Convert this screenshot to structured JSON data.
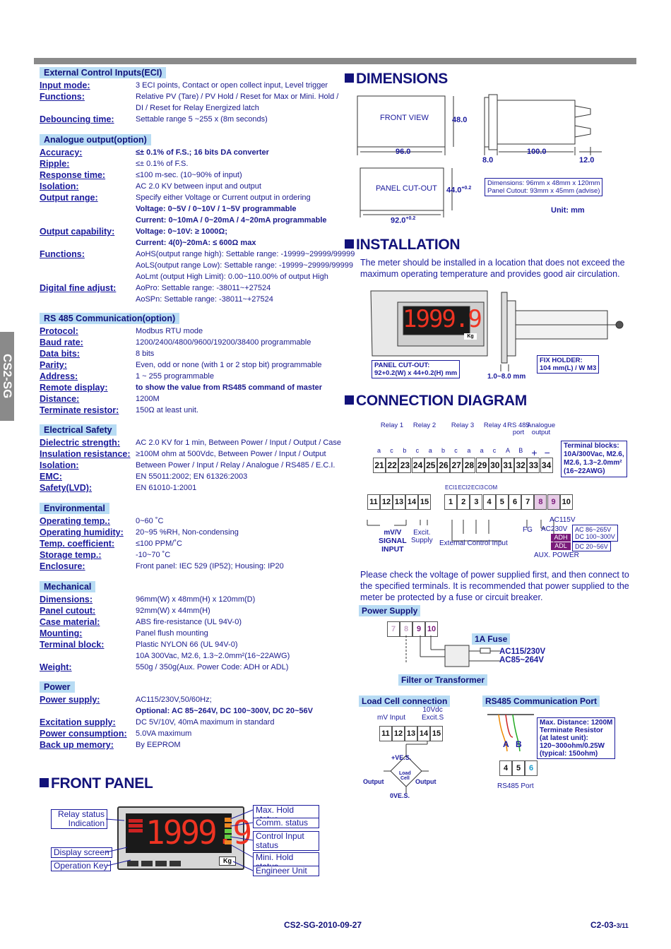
{
  "side_tab": "CS2-SG",
  "left": {
    "eci": {
      "title": "External Control Inputs(ECI)",
      "rows": [
        {
          "k": "Input mode:",
          "v": [
            "3 ECI points, Contact or open collect input, Level trigger"
          ]
        },
        {
          "k": "Functions:",
          "v": [
            "Relative PV (Tare) / PV Hold / Reset for Max or Mini. Hold /",
            "DI / Reset for Relay Energized latch"
          ]
        },
        {
          "k": "Debouncing time:",
          "v": [
            "Settable range 5 ~255 x (8m seconds)"
          ]
        }
      ]
    },
    "analogue": {
      "title": "Analogue output(option)",
      "rows": [
        {
          "k": "Accuracy:",
          "v": [
            "≤± 0.1% of F.S.; 16 bits DA converter"
          ]
        },
        {
          "k": "Ripple:",
          "v": [
            "≤± 0.1% of F.S."
          ]
        },
        {
          "k": "Response time:",
          "v": [
            "≤100 m-sec. (10~90% of input)"
          ]
        },
        {
          "k": "Isolation:",
          "v": [
            "AC 2.0 KV between input and output"
          ]
        },
        {
          "k": "Output range:",
          "v": [
            "Specify either Voltage or Current output in ordering",
            "Voltage: 0~5V / 0~10V / 1~5V programmable",
            "Current: 0~10mA / 0~20mA / 4~20mA programmable"
          ]
        },
        {
          "k": "Output capability:",
          "v": [
            "Voltage: 0~10V: ≥ 1000Ω;",
            "Current: 4(0)~20mA: ≤ 600Ω max"
          ]
        },
        {
          "k": "Functions:",
          "v": [
            "AoHS(output range high): Settable range: -19999~29999/99999",
            "AoLS(output range Low): Settable range: -19999~29999/99999",
            "AoLmt (output High Limit): 0.00~110.00% of output High"
          ]
        },
        {
          "k": "Digital fine adjust:",
          "v": [
            "AoPro: Settable range: -38011~+27524",
            "AoSPn: Settable range: -38011~+27524"
          ]
        }
      ]
    },
    "rs485": {
      "title": "RS 485 Communication(option)",
      "rows": [
        {
          "k": "Protocol:",
          "v": [
            "Modbus RTU mode"
          ]
        },
        {
          "k": "Baud rate:",
          "v": [
            "1200/2400/4800/9600/19200/38400 programmable"
          ]
        },
        {
          "k": "Data bits:",
          "v": [
            "8 bits"
          ]
        },
        {
          "k": "Parity:",
          "v": [
            "Even, odd or none (with 1 or 2 stop bit) programmable"
          ]
        },
        {
          "k": "Address:",
          "v": [
            "1 ~ 255 programmable"
          ]
        },
        {
          "k": "Remote display:",
          "v": [
            "to show the value from RS485 command of master"
          ]
        },
        {
          "k": "Distance:",
          "v": [
            "1200M"
          ]
        },
        {
          "k": "Terminate resistor:",
          "v": [
            "150Ω at least unit."
          ]
        }
      ]
    },
    "safety": {
      "title": "Electrical Safety",
      "rows": [
        {
          "k": "Dielectric strength:",
          "v": [
            "AC 2.0 KV for 1 min, Between Power / Input / Output / Case"
          ]
        },
        {
          "k": "Insulation resistance:",
          "v": [
            "≥100M ohm at 500Vdc, Between Power / Input / Output"
          ]
        },
        {
          "k": "Isolation:",
          "v": [
            "Between Power / Input / Relay / Analogue / RS485 / E.C.I."
          ]
        },
        {
          "k": "EMC:",
          "v": [
            "EN 55011:2002; EN 61326:2003"
          ]
        },
        {
          "k": "Safety(LVD):",
          "v": [
            "EN 61010-1:2001"
          ]
        }
      ]
    },
    "environmental": {
      "title": "Environmental",
      "rows": [
        {
          "k": "Operating temp.:",
          "v": [
            "0~60 ˚C"
          ]
        },
        {
          "k": "Operating humidity:",
          "v": [
            "20~95 %RH, Non-condensing"
          ]
        },
        {
          "k": "Temp. coefficient:",
          "v": [
            "≤100 PPM/˚C"
          ]
        },
        {
          "k": "Storage temp.:",
          "v": [
            "-10~70 ˚C"
          ]
        },
        {
          "k": "Enclosure:",
          "v": [
            "Front panel: IEC 529 (IP52); Housing: IP20"
          ]
        }
      ]
    },
    "mechanical": {
      "title": "Mechanical",
      "rows": [
        {
          "k": "Dimensions:",
          "v": [
            "96mm(W) x 48mm(H) x 120mm(D)"
          ]
        },
        {
          "k": "Panel cutout:",
          "v": [
            "92mm(W) x 44mm(H)"
          ]
        },
        {
          "k": "Case material:",
          "v": [
            "ABS fire-resistance (UL 94V-0)"
          ]
        },
        {
          "k": "Mounting:",
          "v": [
            "Panel flush mounting"
          ]
        },
        {
          "k": "Terminal block:",
          "v": [
            "Plastic NYLON 66 (UL 94V-0)",
            "10A 300Vac, M2.6, 1.3~2.0mm²(16~22AWG)"
          ]
        },
        {
          "k": "Weight:",
          "v": [
            "550g / 350g(Aux. Power Code: ADH or ADL)"
          ]
        }
      ]
    },
    "power": {
      "title": "Power",
      "rows": [
        {
          "k": "Power supply:",
          "v": [
            "AC115/230V,50/60Hz;",
            "Optional: AC 85~264V, DC 100~300V, DC 20~56V"
          ]
        },
        {
          "k": "Excitation supply:",
          "v": [
            "DC 5V/10V, 40mA maximum in standard"
          ]
        },
        {
          "k": "Power consumption:",
          "v": [
            "5.0VA maximum"
          ]
        },
        {
          "k": "Back up memory:",
          "v": [
            "By EEPROM"
          ]
        }
      ]
    }
  },
  "front_panel": {
    "title": "FRONT PANEL",
    "display": "1999.9",
    "unit": "Kg",
    "labels_left": [
      "Relay status Indication",
      "Display screen",
      "Operation Key"
    ],
    "labels_right": [
      "Max. Hold status",
      "Comm. status",
      "Control Input status",
      "Mini. Hold status",
      "Engineer Unit"
    ]
  },
  "dimensions": {
    "title": "DIMENSIONS",
    "front_view": "FRONT VIEW",
    "h48": "48.0",
    "w96": "96.0",
    "d8": "8.0",
    "d100": "100.0",
    "d12": "12.0",
    "panel_cutout": "PANEL CUT-OUT",
    "h44": "44.0",
    "w92": "92.0",
    "tol": "+0.2",
    "note": [
      "Dimensions: 96mm x 48mm x 120mm",
      "Panel Cutout: 93mm x 45mm (advise)"
    ],
    "unit": "Unit: mm"
  },
  "installation": {
    "title": "INSTALLATION",
    "text": [
      "The meter should be installed in a location that does not exceed the",
      "maximum operating temperature and provides good air circulation."
    ],
    "display": "1999.9",
    "unit": "Kg",
    "cutout": [
      "PANEL CUT-OUT:",
      "92+0.2(W) x 44+0.2(H) mm"
    ],
    "gap": "1.0~8.0 mm",
    "holder": [
      "FIX HOLDER:",
      "104 mm(L) / W M3"
    ]
  },
  "connection": {
    "title": "CONNECTION DIAGRAM",
    "top_groups": [
      "Relay 1",
      "Relay 2",
      "Relay 3",
      "Relay 4",
      "RS 485 port",
      "Analogue output"
    ],
    "top_sub": [
      "a",
      "c",
      "b",
      "c",
      "a",
      "b",
      "c",
      "a",
      "a",
      "c",
      "A",
      "B",
      "+",
      "−"
    ],
    "top_terms": [
      "21",
      "22",
      "23",
      "24",
      "25",
      "26",
      "27",
      "28",
      "29",
      "30",
      "31",
      "32",
      "33",
      "34"
    ],
    "terminal_blocks": [
      "Terminal blocks:",
      "10A/300Vac, M2.6,",
      "M2.6, 1.3~2.0mm²",
      "(16~22AWG)"
    ],
    "eci_labels": [
      "ECI1",
      "ECI2",
      "ECI3",
      "COM"
    ],
    "bottom_terms": [
      "11",
      "12",
      "13",
      "14",
      "15",
      "1",
      "2",
      "3",
      "4",
      "5",
      "6",
      "7",
      "8",
      "9",
      "10"
    ],
    "signal": [
      "mV/V",
      "SIGNAL",
      "INPUT"
    ],
    "excit": [
      "Excit.",
      "Supply"
    ],
    "eci_text": "External Control Input",
    "fg": "FG",
    "ac115": "AC115V",
    "ac230": "AC230V",
    "adh": "ADH",
    "adl": "ADL",
    "adh_vals": [
      "AC 86~265V",
      "DC 100~300V"
    ],
    "adl_val": "DC 20~56V",
    "aux": "AUX. POWER",
    "check_text": [
      "Please check the voltage of power supplied first, and then connect to",
      "the specified terminals. It is recommended that power supplied to the",
      "meter be protected by a fuse or circuit breaker."
    ]
  },
  "power_supply": {
    "title": "Power Supply",
    "terms": [
      "7",
      "8",
      "9",
      "10"
    ],
    "fuse": "1A Fuse",
    "ac1": "AC115/230V",
    "ac2": "AC85~264V",
    "filter": "Filter or Transformer"
  },
  "load_cell": {
    "title": "Load Cell connection",
    "mv": "mV Input",
    "excit": [
      "10Vdc",
      "Excit.S"
    ],
    "terms": [
      "11",
      "12",
      "13",
      "14",
      "15"
    ],
    "ves": "+VE.S.",
    "load": [
      "Load",
      "Cell"
    ],
    "out": "Output",
    "zero": "0VE.S."
  },
  "rs485_port": {
    "title": "RS485 Communication Port",
    "ab": [
      "A",
      "B"
    ],
    "note": [
      "Max. Distance: 1200M",
      "Terminate Resistor",
      "(at latest unit):",
      "120~300ohm/0.25W",
      "(typical: 150ohm)"
    ],
    "terms": [
      "4",
      "5",
      "6"
    ],
    "port": "RS485 Port"
  },
  "footer": {
    "left": "CS2-SG-2010-09-27",
    "right": "C2-03-",
    "page": "3/11"
  }
}
